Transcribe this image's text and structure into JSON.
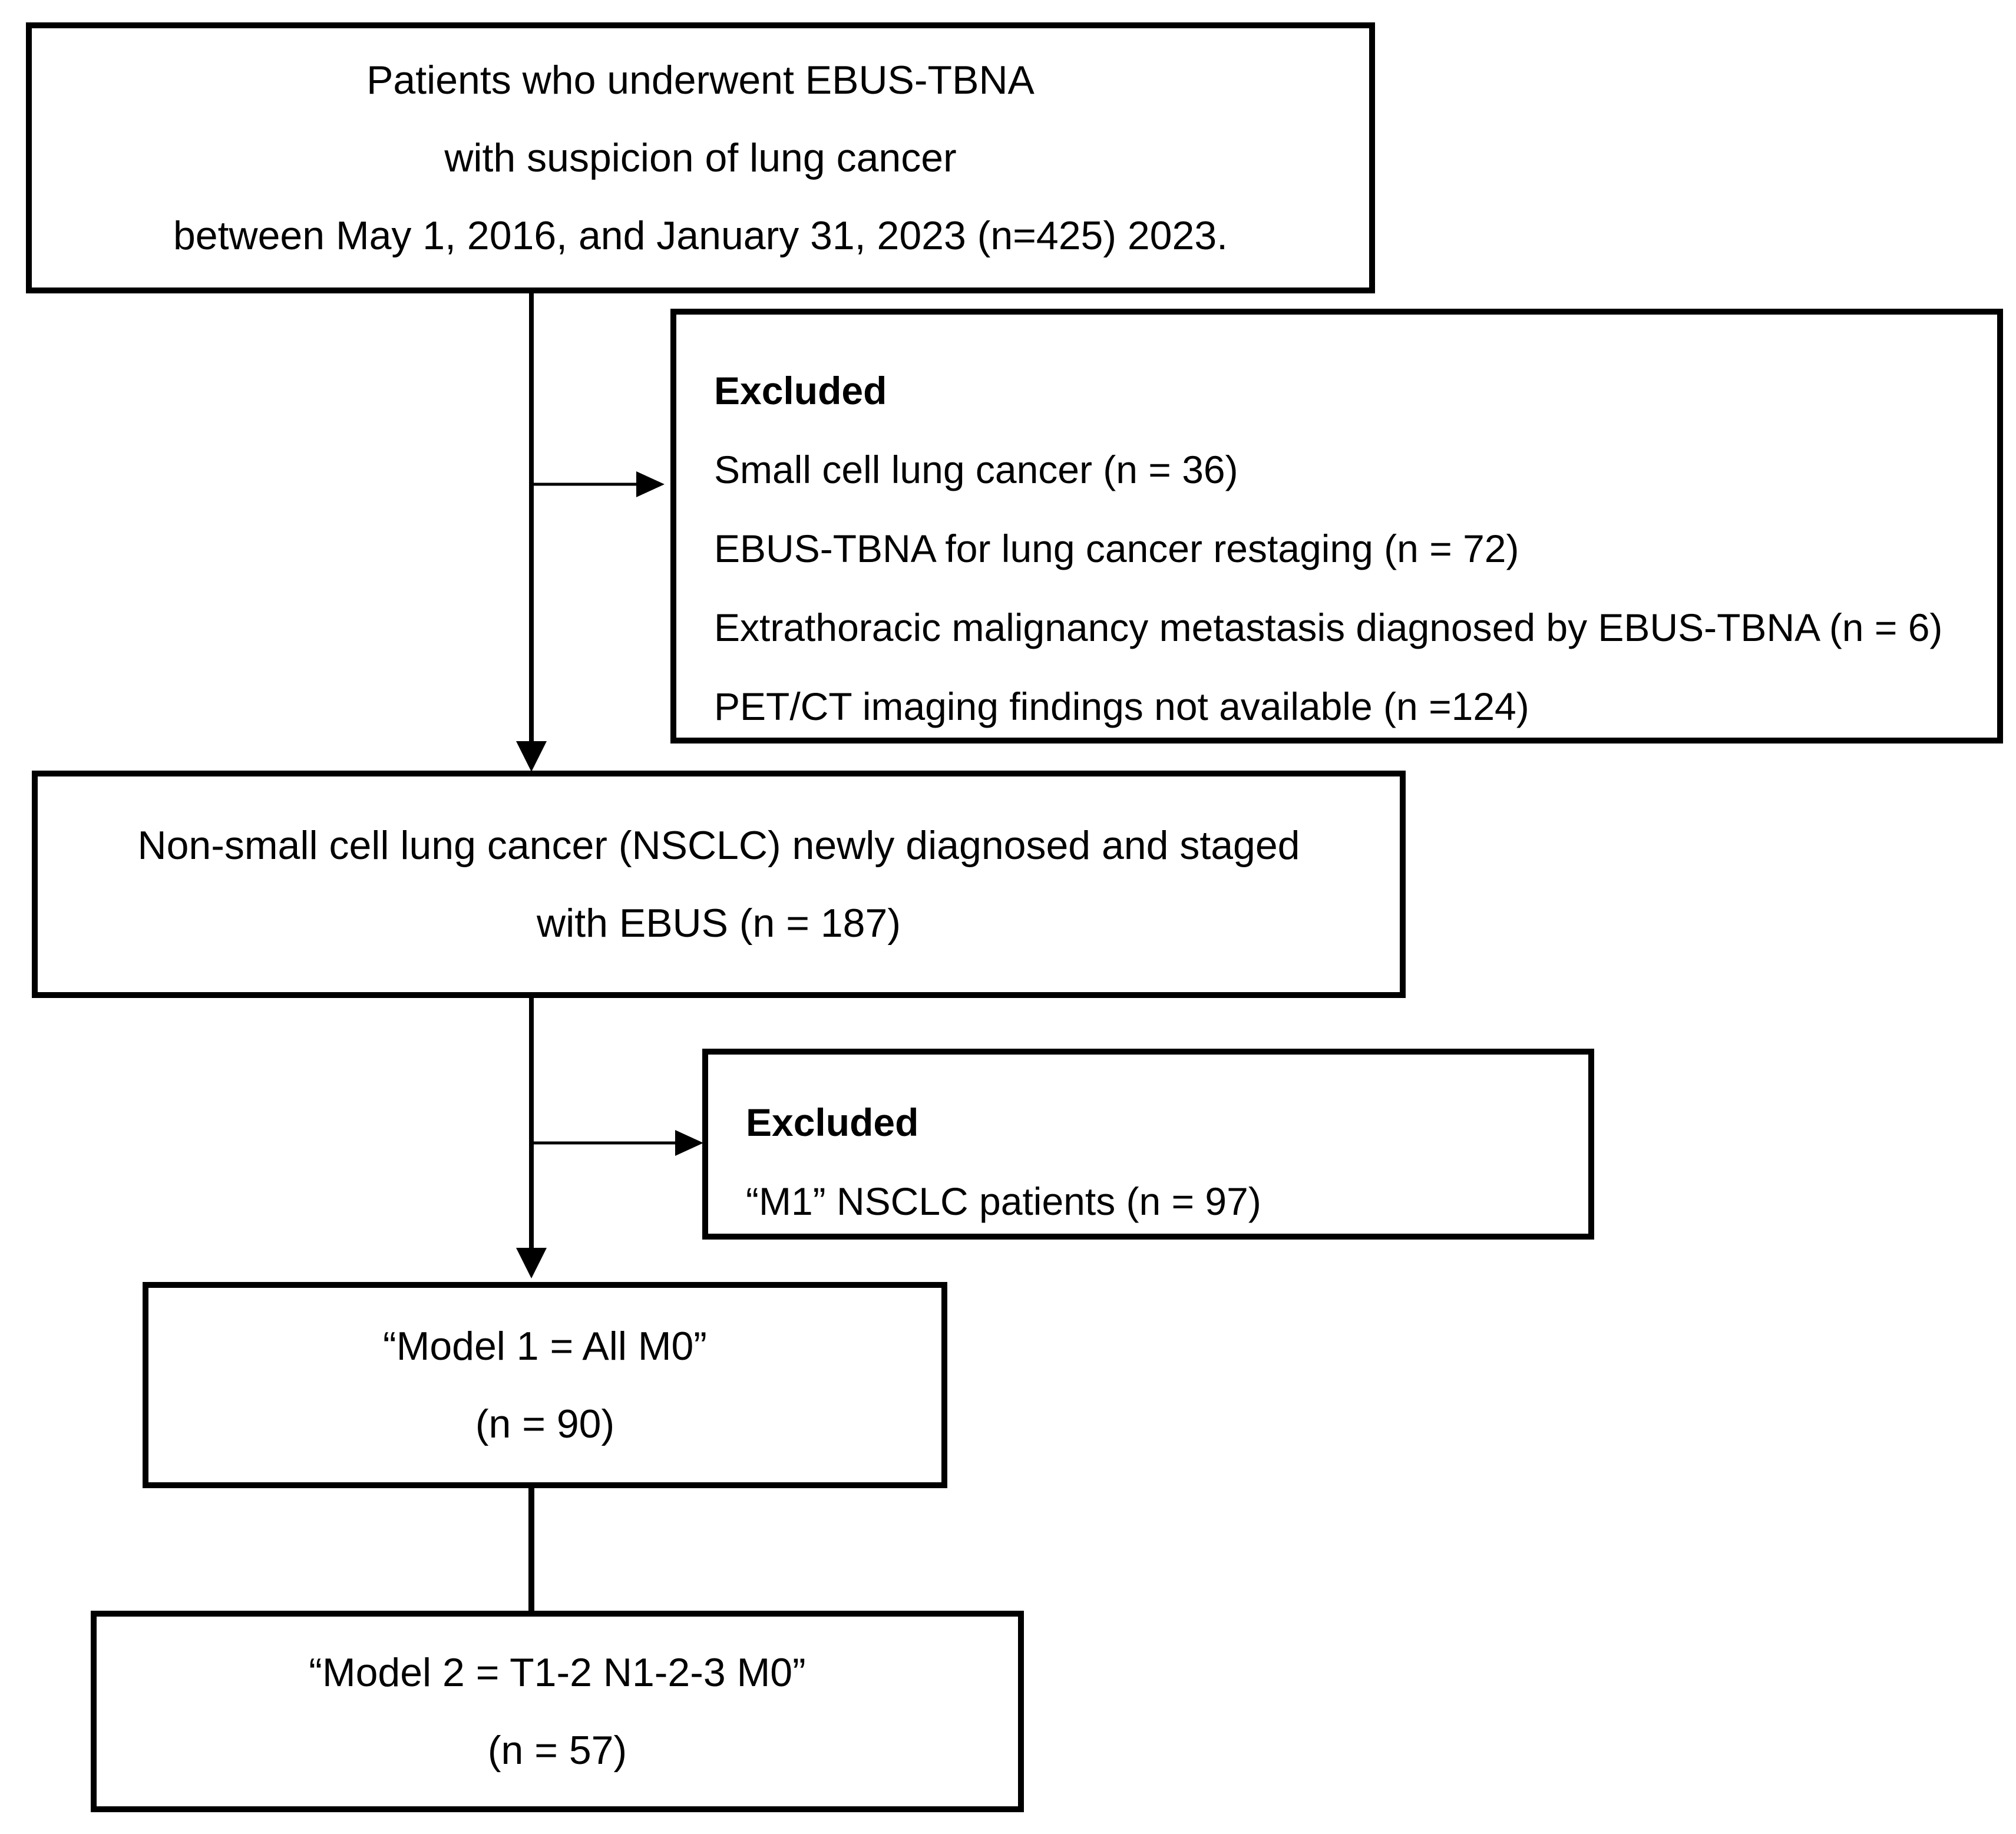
{
  "flow": {
    "box1": {
      "lines": [
        "Patients who underwent EBUS-TBNA",
        "with suspicion of lung cancer",
        "between May 1, 2016, and January 31, 2023 (n=425) 2023."
      ]
    },
    "exclusion1": {
      "title": "Excluded",
      "items": [
        "Small cell lung cancer (n = 36)",
        "EBUS-TBNA for lung cancer restaging (n = 72)",
        "Extrathoracic malignancy metastasis diagnosed by EBUS-TBNA (n = 6)",
        "PET/CT imaging findings not available (n =124)"
      ]
    },
    "box2": {
      "lines": [
        "Non-small cell lung cancer (NSCLC) newly diagnosed and staged",
        "with EBUS (n = 187)"
      ]
    },
    "exclusion2": {
      "title": "Excluded",
      "items": [
        "“M1” NSCLC patients (n = 97)"
      ]
    },
    "box3": {
      "lines": [
        "“Model 1 = All M0”",
        "(n = 90)"
      ]
    },
    "box4": {
      "lines": [
        "“Model 2 = T1-2 N1-2-3 M0”",
        "(n = 57)"
      ]
    }
  }
}
